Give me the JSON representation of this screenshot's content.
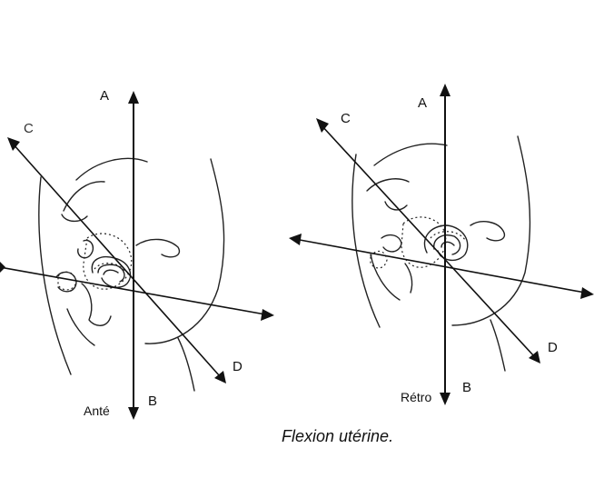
{
  "left_panel": {
    "labels": {
      "a": "A",
      "b": "B",
      "c": "C",
      "d": "D"
    },
    "caption": "Anté"
  },
  "right_panel": {
    "labels": {
      "a": "A",
      "b": "B",
      "c": "C",
      "d": "D"
    },
    "caption": "Rétro"
  },
  "figure_caption": "Flexion utérine."
}
